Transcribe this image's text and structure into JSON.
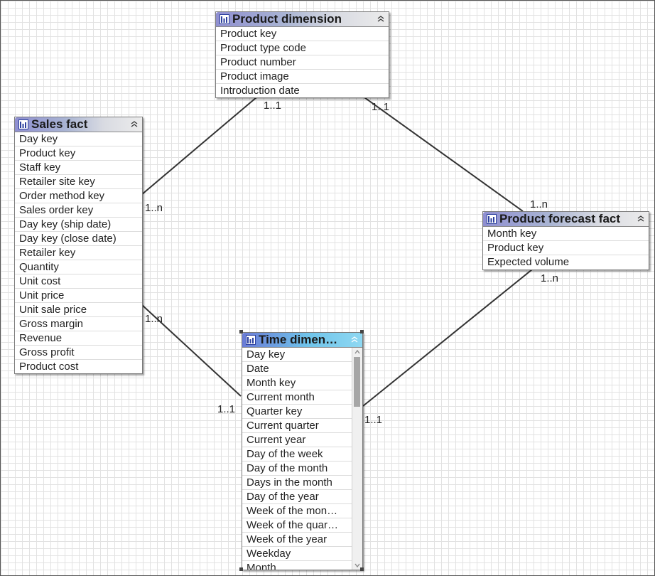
{
  "tables": {
    "product_dimension": {
      "title": "Product dimension",
      "fields": [
        "Product key",
        "Product type code",
        "Product number",
        "Product image",
        "Introduction date"
      ]
    },
    "sales_fact": {
      "title": "Sales fact",
      "fields": [
        "Day key",
        "Product key",
        "Staff key",
        "Retailer site key",
        "Order method key",
        "Sales order key",
        "Day key (ship date)",
        "Day key (close date)",
        "Retailer key",
        "Quantity",
        "Unit cost",
        "Unit price",
        "Unit sale price",
        "Gross margin",
        "Revenue",
        "Gross profit",
        "Product cost"
      ]
    },
    "product_forecast_fact": {
      "title": "Product forecast fact",
      "fields": [
        "Month key",
        "Product key",
        "Expected volume"
      ]
    },
    "time_dimension": {
      "title": "Time dimen…",
      "fields": [
        "Day key",
        "Date",
        "Month key",
        "Current month",
        "Quarter key",
        "Current quarter",
        "Current year",
        "Day of the week",
        "Day of the month",
        "Days in the month",
        "Day of the year",
        "Week of the mon…",
        "Week of the quar…",
        "Week of the year",
        "Weekday",
        "Month"
      ]
    }
  },
  "relationships": [
    {
      "from": "sales_fact",
      "to": "product_dimension",
      "from_cardinality": "1..n",
      "to_cardinality": "1..1"
    },
    {
      "from": "product_forecast_fact",
      "to": "product_dimension",
      "from_cardinality": "1..n",
      "to_cardinality": "1..1"
    },
    {
      "from": "sales_fact",
      "to": "time_dimension",
      "from_cardinality": "1..n",
      "to_cardinality": "1..1"
    },
    {
      "from": "product_forecast_fact",
      "to": "time_dimension",
      "from_cardinality": "1..n",
      "to_cardinality": "1..1"
    }
  ],
  "colors": {
    "line": "#333333",
    "header_gradient_start": "#8f8fd0",
    "selected_header_start": "#6a7bd6",
    "selected_header_end": "#8ed8f2"
  },
  "icons": {
    "table": "table-icon",
    "collapse": "collapse-chevrons-icon",
    "scroll_up": "scroll-up-arrow-icon",
    "scroll_down": "scroll-down-arrow-icon"
  }
}
